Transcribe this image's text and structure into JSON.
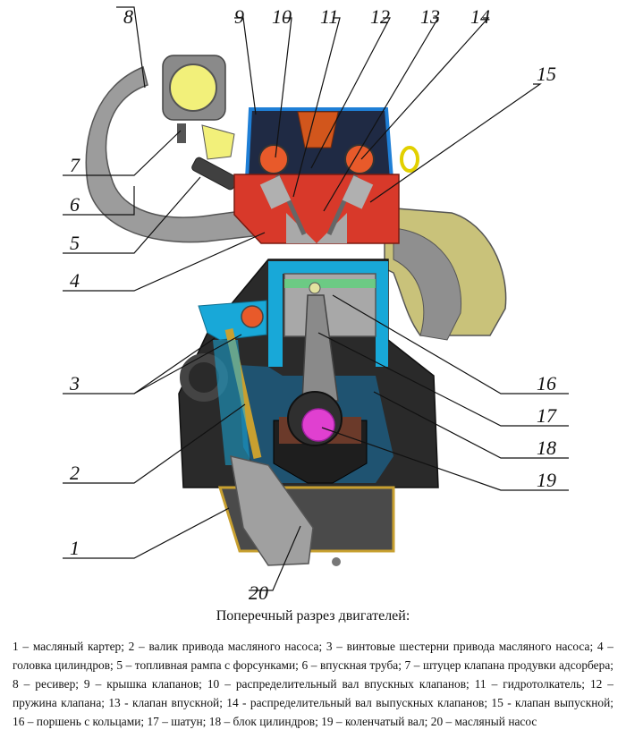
{
  "numbers": [
    "1",
    "2",
    "3",
    "4",
    "5",
    "6",
    "7",
    "8",
    "9",
    "10",
    "11",
    "12",
    "13",
    "14",
    "15",
    "16",
    "17",
    "18",
    "19",
    "20"
  ],
  "caption": "Поперечный разрез двигателей:",
  "legend": "1 – масляный картер; 2 – валик привода масляного насоса; 3 – винтовые шестерни привода масляного насоса; 4 – головка цилиндров; 5 – топливная рампа с форсунками; 6 – впускная труба; 7 – штуцер клапана продувки адсорбера; 8 – ресивер; 9 – крышка клапанов; 10 – распределительный вал впускных клапанов; 11 – гидротолкатель; 12 – пружина клапана; 13 - клапан впускной; 14 - распределительный вал выпускных клапанов; 15 - клапан выпускной; 16 – поршень с кольцами; 17 – шатун; 18 – блок цилиндров; 19 – коленчатый вал; 20 – масляный насос",
  "colors": {
    "block": "#2b2b2b",
    "water_jacket": "#18a8d8",
    "head_red": "#e03c2c",
    "manifold": "#9a9a9a",
    "receiver_throttle": "#f2f07a",
    "exhaust": "#c9c27a",
    "piston": "#a8a8a8",
    "crank_pin": "#e040d0",
    "valve_cover_blue": "#1f7fd6",
    "cam": "#e85a2a",
    "oil_pump_shaft": "#c8a030"
  }
}
